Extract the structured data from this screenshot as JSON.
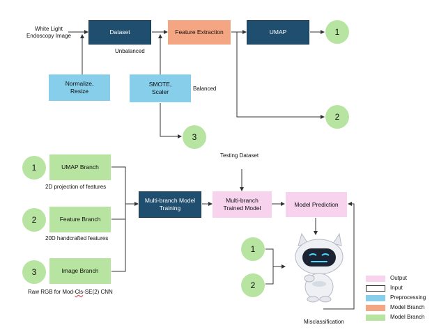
{
  "top": {
    "input_label_line1": "White Light",
    "input_label_line2": "Endoscopy Image",
    "dataset": "Dataset",
    "feature_extraction": "Feature Extraction",
    "umap": "UMAP",
    "unbalanced": "Unbalanced",
    "balanced": "Balanced",
    "normalize_line1": "Normalize,",
    "normalize_line2": "Resize",
    "smote_line1": "SMOTE,",
    "smote_line2": "Scaler",
    "c1": "1",
    "c2": "2",
    "c3": "3"
  },
  "bottom": {
    "umap_branch": "UMAP Branch",
    "umap_desc": "2D projection of features",
    "feature_branch": "Feature Branch",
    "feature_desc": "20D handcrafted features",
    "image_branch": "Image Branch",
    "image_desc_pre": "Raw RGB for Mod-",
    "image_desc_cls": "Cls",
    "image_desc_post": "-SE(2) CNN",
    "c1": "1",
    "c2": "2",
    "c3": "3",
    "mb_training_line1": "Multi-branch Model",
    "mb_training_line2": "Training",
    "testing_dataset": "Testing Dataset",
    "mb_trained_line1": "Multi-branch",
    "mb_trained_line2": "Trained Model",
    "model_prediction": "Model Prediction",
    "robot_c1": "1",
    "robot_c2": "2",
    "misclassification": "Misclassification"
  },
  "legend": [
    {
      "label": "Output",
      "color": "#f7d3ee"
    },
    {
      "label": "Input",
      "color": "#ffffff"
    },
    {
      "label": "Preprocessing",
      "color": "#87ceeb"
    },
    {
      "label": "Model Branch",
      "color": "#f4a582"
    },
    {
      "label": "Model Branch",
      "color": "#b7e4a0"
    }
  ]
}
